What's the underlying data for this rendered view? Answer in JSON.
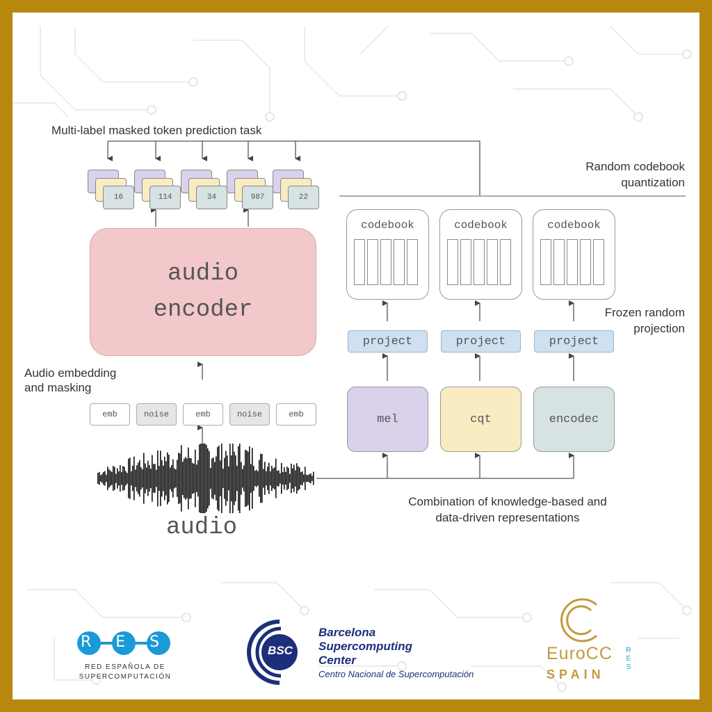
{
  "labels": {
    "task": "Multi-label masked token prediction task",
    "random_codebook_1": "Random codebook",
    "random_codebook_2": "quantization",
    "frozen_1": "Frozen random",
    "frozen_2": "projection",
    "audio_embedding_1": "Audio embedding",
    "audio_embedding_2": "and masking",
    "combination_1": "Combination of knowledge-based and",
    "combination_2": "data-driven representations",
    "audio": "audio"
  },
  "encoder": {
    "line1": "audio",
    "line2": "encoder"
  },
  "tokens": [
    "16",
    "114",
    "34",
    "987",
    "22"
  ],
  "embedding": [
    "emb",
    "noise",
    "emb",
    "noise",
    "emb"
  ],
  "codebooks": [
    "codebook",
    "codebook",
    "codebook"
  ],
  "projects": [
    "project",
    "project",
    "project"
  ],
  "features": [
    "mel",
    "cqt",
    "encodec"
  ],
  "colors": {
    "border": "#b8880c",
    "encoder": "#f2c8ca",
    "mel": "#d9d2ea",
    "cqt": "#faecc2",
    "encodec": "#d7e2e2",
    "project": "#cfe0f1",
    "res_blue": "#1a9ad6",
    "bsc_navy": "#1c2f7a",
    "eurocc_gold": "#c39a3a"
  },
  "logos": {
    "res_letters": "R E S",
    "res_line1": "RED ESPAÑOLA DE",
    "res_line2": "SUPERCOMPUTACIÓN",
    "bsc_mark": "BSC",
    "bsc_line1": "Barcelona",
    "bsc_line2": "Supercomputing",
    "bsc_line3": "Center",
    "bsc_sub": "Centro Nacional de Supercomputación",
    "eurocc_name": "EuroCC",
    "eurocc_country": "SPAIN",
    "eurocc_res": "RES"
  }
}
